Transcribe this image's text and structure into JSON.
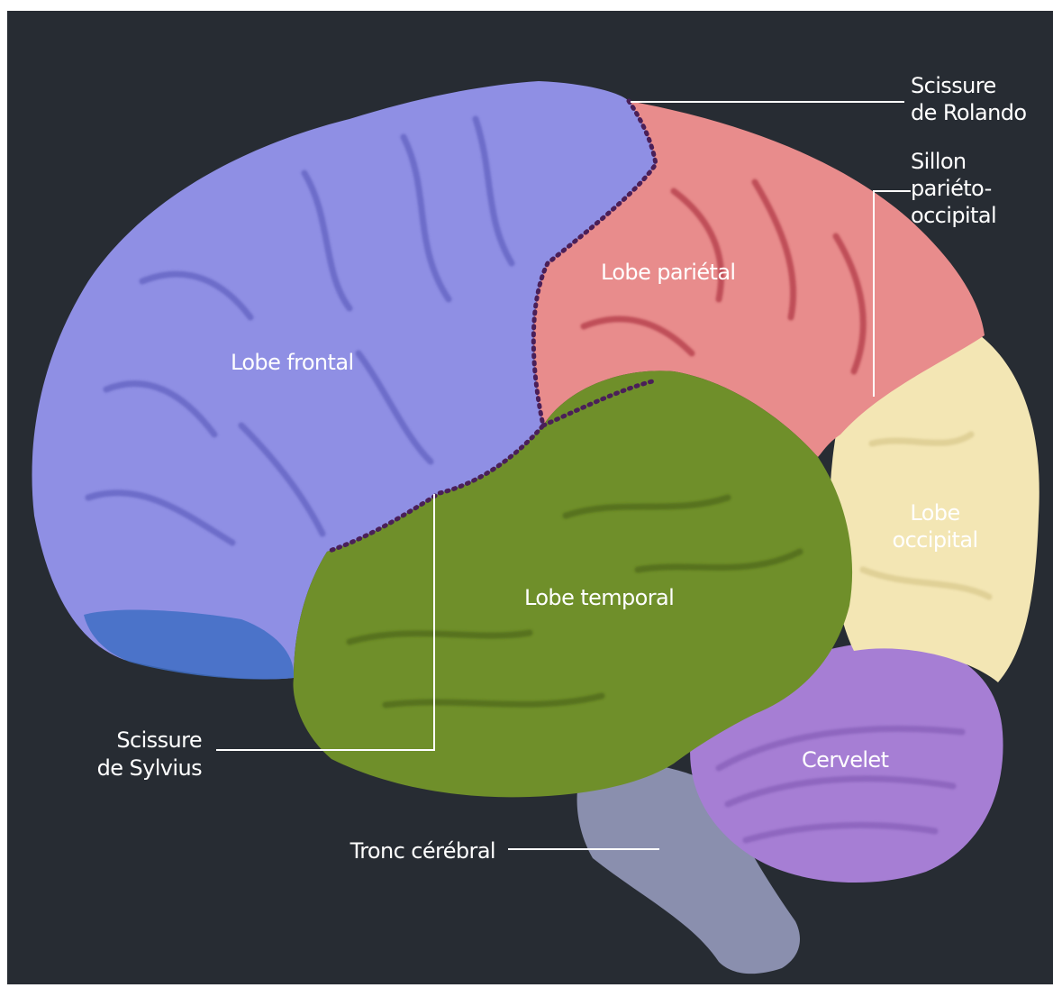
{
  "diagram": {
    "background_color": "#272c33",
    "lobes": {
      "frontal": {
        "label": "Lobe frontal",
        "color": "#8f8fe4"
      },
      "parietal": {
        "label": "Lobe pariétal",
        "color": "#e88c8c"
      },
      "temporal": {
        "label": "Lobe temporal",
        "color": "#6f8f2a"
      },
      "occipital": {
        "label_line1": "Lobe",
        "label_line2": "occipital",
        "color": "#f3e6b4"
      },
      "cerebellum": {
        "label": "Cervelet",
        "color": "#a67ed4"
      },
      "brainstem": {
        "label": "Tronc cérébral",
        "color": "#8a8fae"
      }
    },
    "fissures": {
      "rolando": {
        "line1": "Scissure",
        "line2": "de Rolando"
      },
      "parieto_occipital": {
        "line1": "Sillon",
        "line2": "pariéto-",
        "line3": "occipital"
      },
      "sylvius": {
        "line1": "Scissure",
        "line2": "de Sylvius"
      }
    }
  }
}
